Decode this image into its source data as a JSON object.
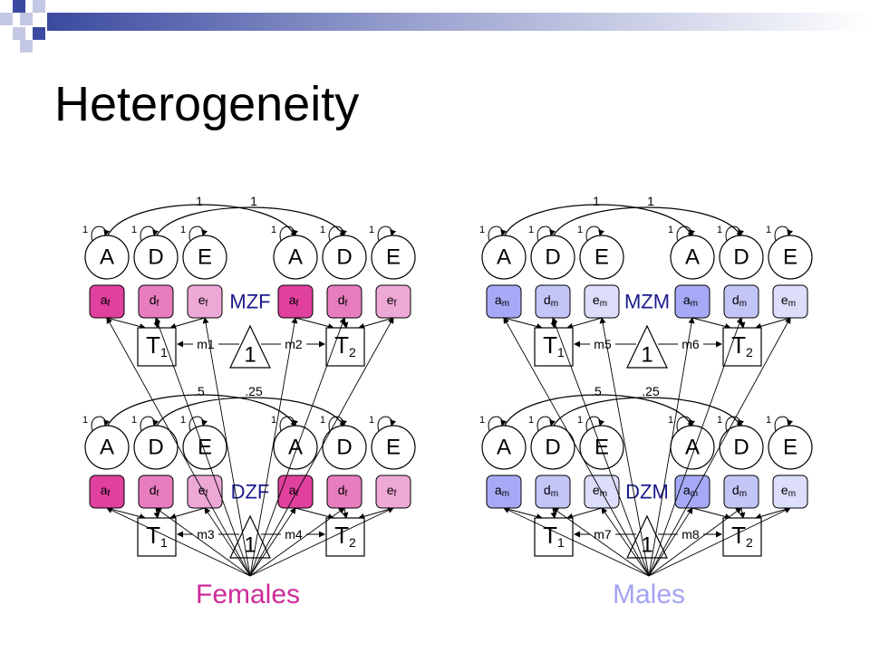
{
  "title": "Heterogeneity",
  "colors": {
    "female_a": "#e0409e",
    "female_d": "#e77dbf",
    "female_e": "#eea8d6",
    "male_a": "#a6aaf6",
    "male_d": "#c3c5f7",
    "male_e": "#dcdefa",
    "female_label": "#cc2b9a",
    "male_label": "#a3a4f0",
    "group_label": "#1a1a8c"
  },
  "captions": {
    "females": "Females",
    "males": "Males"
  },
  "latent_labels": [
    "A",
    "D",
    "E"
  ],
  "variance_label": "1",
  "mean_node_label": "1",
  "panels": [
    {
      "id": "mzf",
      "group": "MZF",
      "sex": "f",
      "covariances": [
        "1",
        "1"
      ],
      "paths": [
        {
          "letter": "a",
          "sub": "f"
        },
        {
          "letter": "d",
          "sub": "f"
        },
        {
          "letter": "e",
          "sub": "f"
        }
      ],
      "t1": {
        "letter": "T",
        "sub": "1"
      },
      "t2": {
        "letter": "T",
        "sub": "2"
      },
      "means": [
        "m1",
        "m2"
      ]
    },
    {
      "id": "dzf",
      "group": "DZF",
      "sex": "f",
      "covariances": [
        ".5",
        ".25"
      ],
      "paths": [
        {
          "letter": "a",
          "sub": "f"
        },
        {
          "letter": "d",
          "sub": "f"
        },
        {
          "letter": "e",
          "sub": "f"
        }
      ],
      "t1": {
        "letter": "T",
        "sub": "1"
      },
      "t2": {
        "letter": "T",
        "sub": "2"
      },
      "means": [
        "m3",
        "m4"
      ]
    },
    {
      "id": "mzm",
      "group": "MZM",
      "sex": "m",
      "covariances": [
        "1",
        "1"
      ],
      "paths": [
        {
          "letter": "a",
          "sub": "m"
        },
        {
          "letter": "d",
          "sub": "m"
        },
        {
          "letter": "e",
          "sub": "m"
        }
      ],
      "t1": {
        "letter": "T",
        "sub": "1"
      },
      "t2": {
        "letter": "T",
        "sub": "2"
      },
      "means": [
        "m5",
        "m6"
      ]
    },
    {
      "id": "dzm",
      "group": "DZM",
      "sex": "m",
      "covariances": [
        ".5",
        ".25"
      ],
      "paths": [
        {
          "letter": "a",
          "sub": "m"
        },
        {
          "letter": "d",
          "sub": "m"
        },
        {
          "letter": "e",
          "sub": "m"
        }
      ],
      "t1": {
        "letter": "T",
        "sub": "1"
      },
      "t2": {
        "letter": "T",
        "sub": "2"
      },
      "means": [
        "m7",
        "m8"
      ]
    }
  ]
}
